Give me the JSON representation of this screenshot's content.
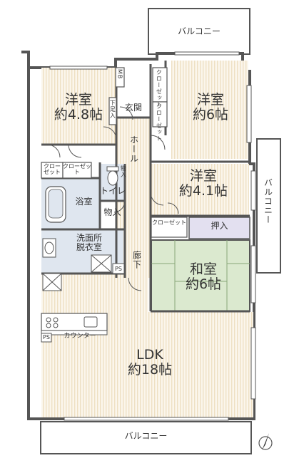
{
  "colors": {
    "wall": "#555555",
    "floor_stripe": "#efe3c9",
    "wet_area": "#dfe6ef",
    "tatami": "#dbe9cf",
    "oshiire": "#e3e0f0",
    "balcony": "#ffffff"
  },
  "rooms": {
    "western_a": {
      "name": "洋室",
      "size": "約4.8帖"
    },
    "western_b": {
      "name": "洋室",
      "size": "約6帖"
    },
    "western_c": {
      "name": "洋室",
      "size": "約4.1帖"
    },
    "japanese": {
      "name": "和室",
      "size": "約6帖"
    },
    "ldk": {
      "name": "LDK",
      "size": "約18帖"
    }
  },
  "labels": {
    "balcony_top": "バルコニー",
    "balcony_right": "バルコニー",
    "balcony_bottom": "バルコニー",
    "entrance": "玄関",
    "shoe_box": "下足入",
    "mb": "MB",
    "hall": "ホール",
    "closet_b1": "クローゼット",
    "closet_b2": "クローゼット",
    "closet_a1": "クローゼット",
    "closet_a2": "クローゼット",
    "closet_c": "クローゼット",
    "oshiire": "押入",
    "toilet": "トイレ",
    "storage_small": "物入",
    "toilet_storage": "物入",
    "bath": "浴室",
    "washroom": "洗面所\n脱衣室",
    "corridor": "廊下",
    "ps_wash": "PS",
    "ps_kitchen": "PS",
    "counter": "カウンター"
  },
  "icons": [
    "north-arrow-icon",
    "bathtub-icon",
    "toilet-icon",
    "washbasin-icon",
    "stove-icon",
    "sink-icon",
    "washing-machine-icon",
    "fridge-space-icon"
  ]
}
